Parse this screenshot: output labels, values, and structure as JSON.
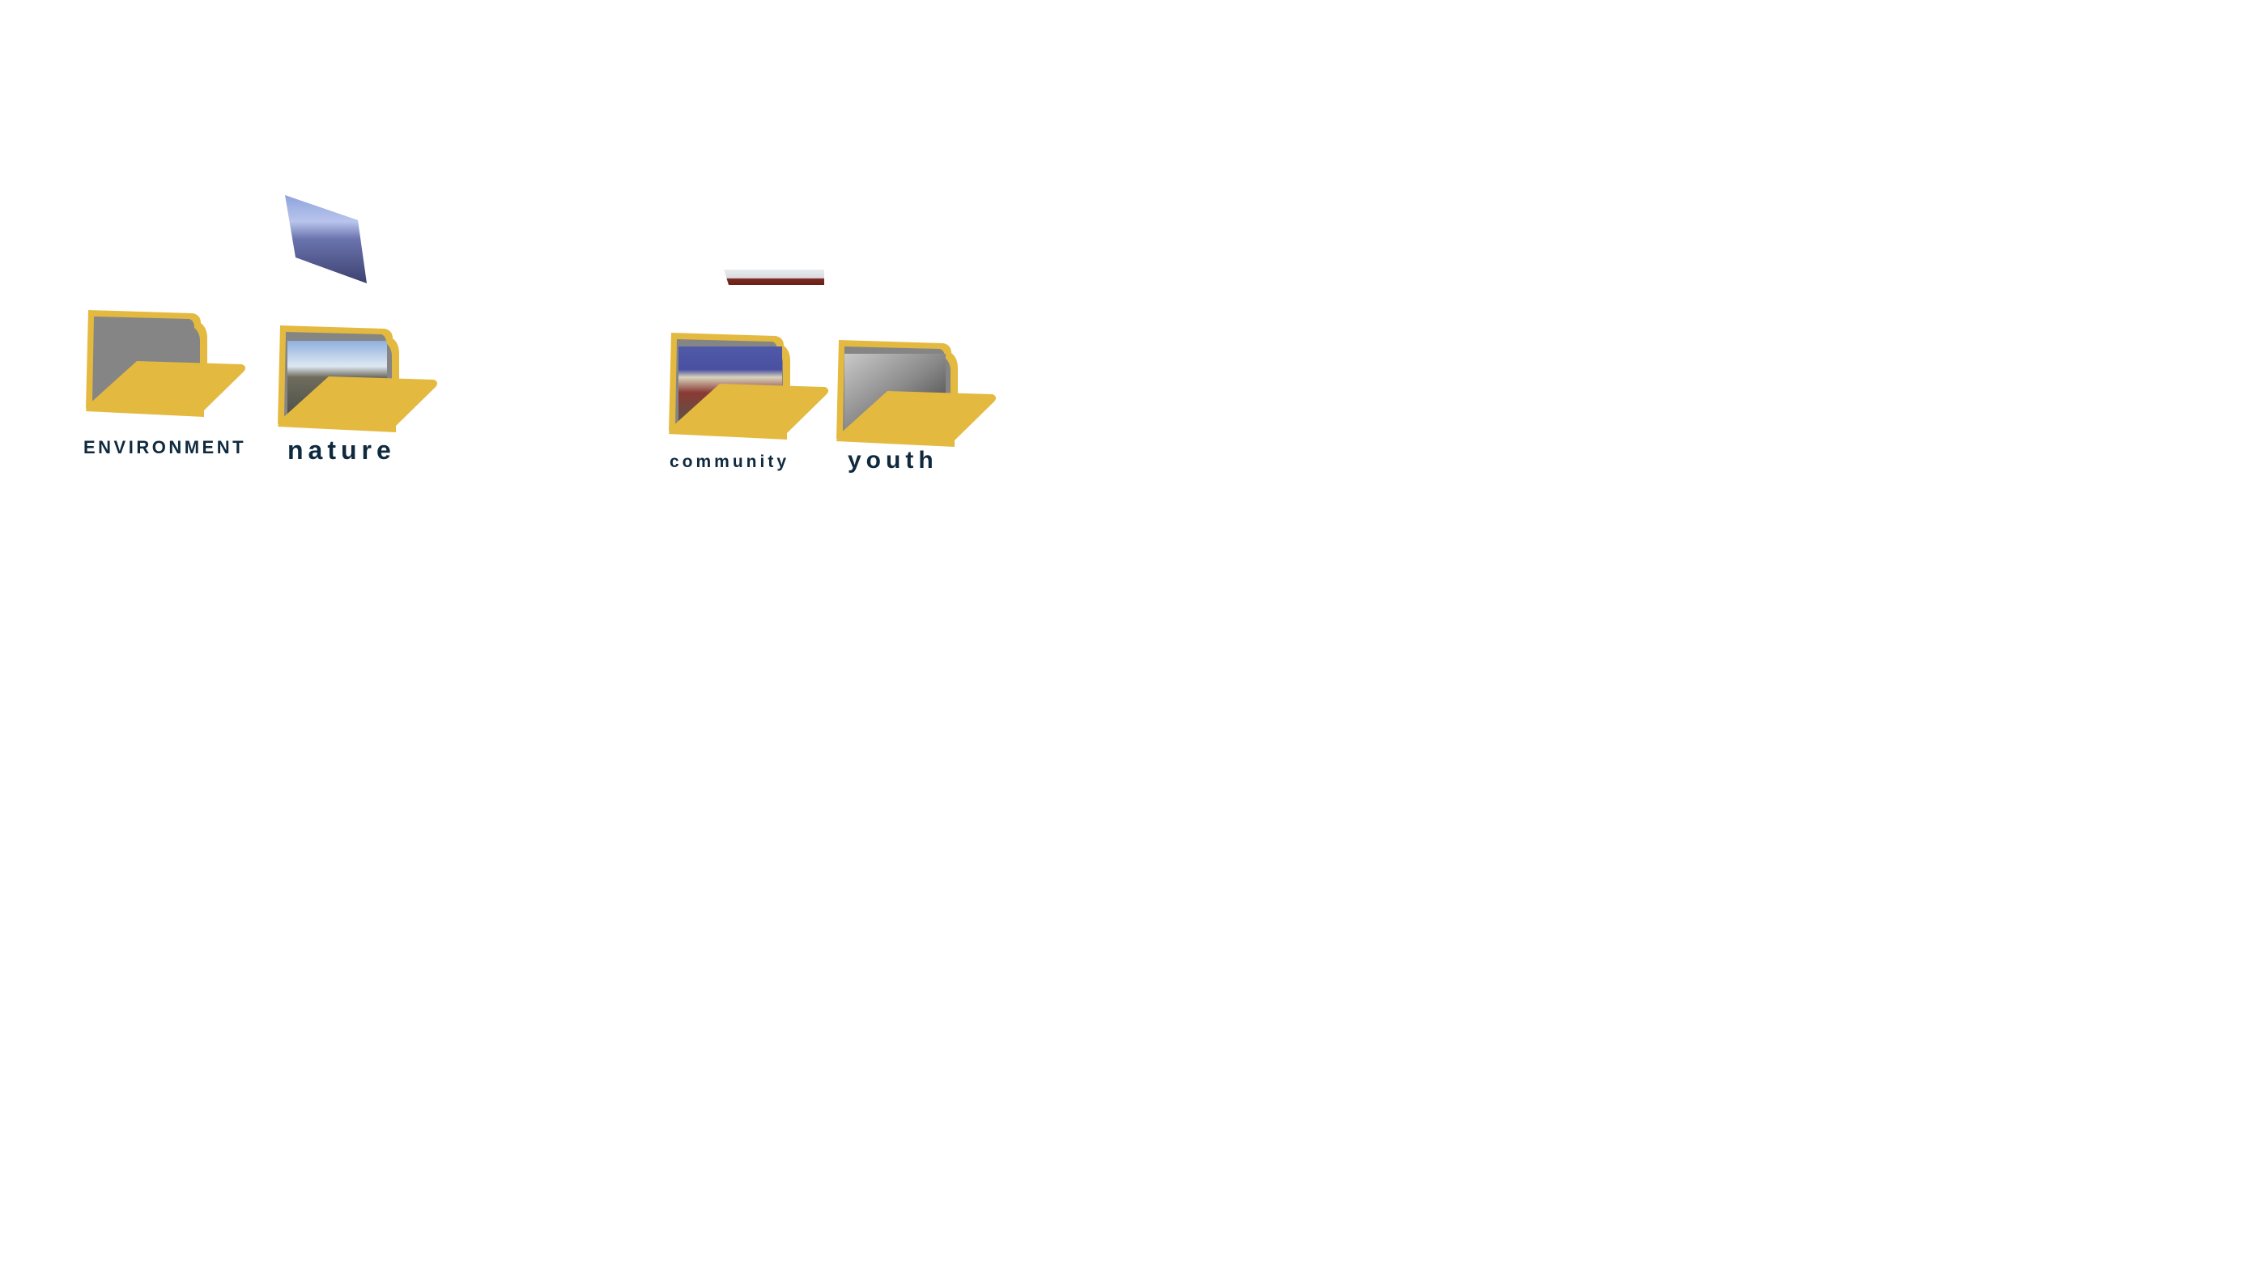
{
  "colors": {
    "folder": "#e4b940",
    "folder_inner": "#858585",
    "label": "#0f2a3f"
  },
  "folders": [
    {
      "label": "ENVIRONMENT",
      "icon": "folder-open-icon"
    },
    {
      "label": "nature",
      "icon": "folder-open-icon"
    },
    {
      "label": "community",
      "icon": "folder-open-icon"
    },
    {
      "label": "youth",
      "icon": "folder-open-icon"
    }
  ]
}
